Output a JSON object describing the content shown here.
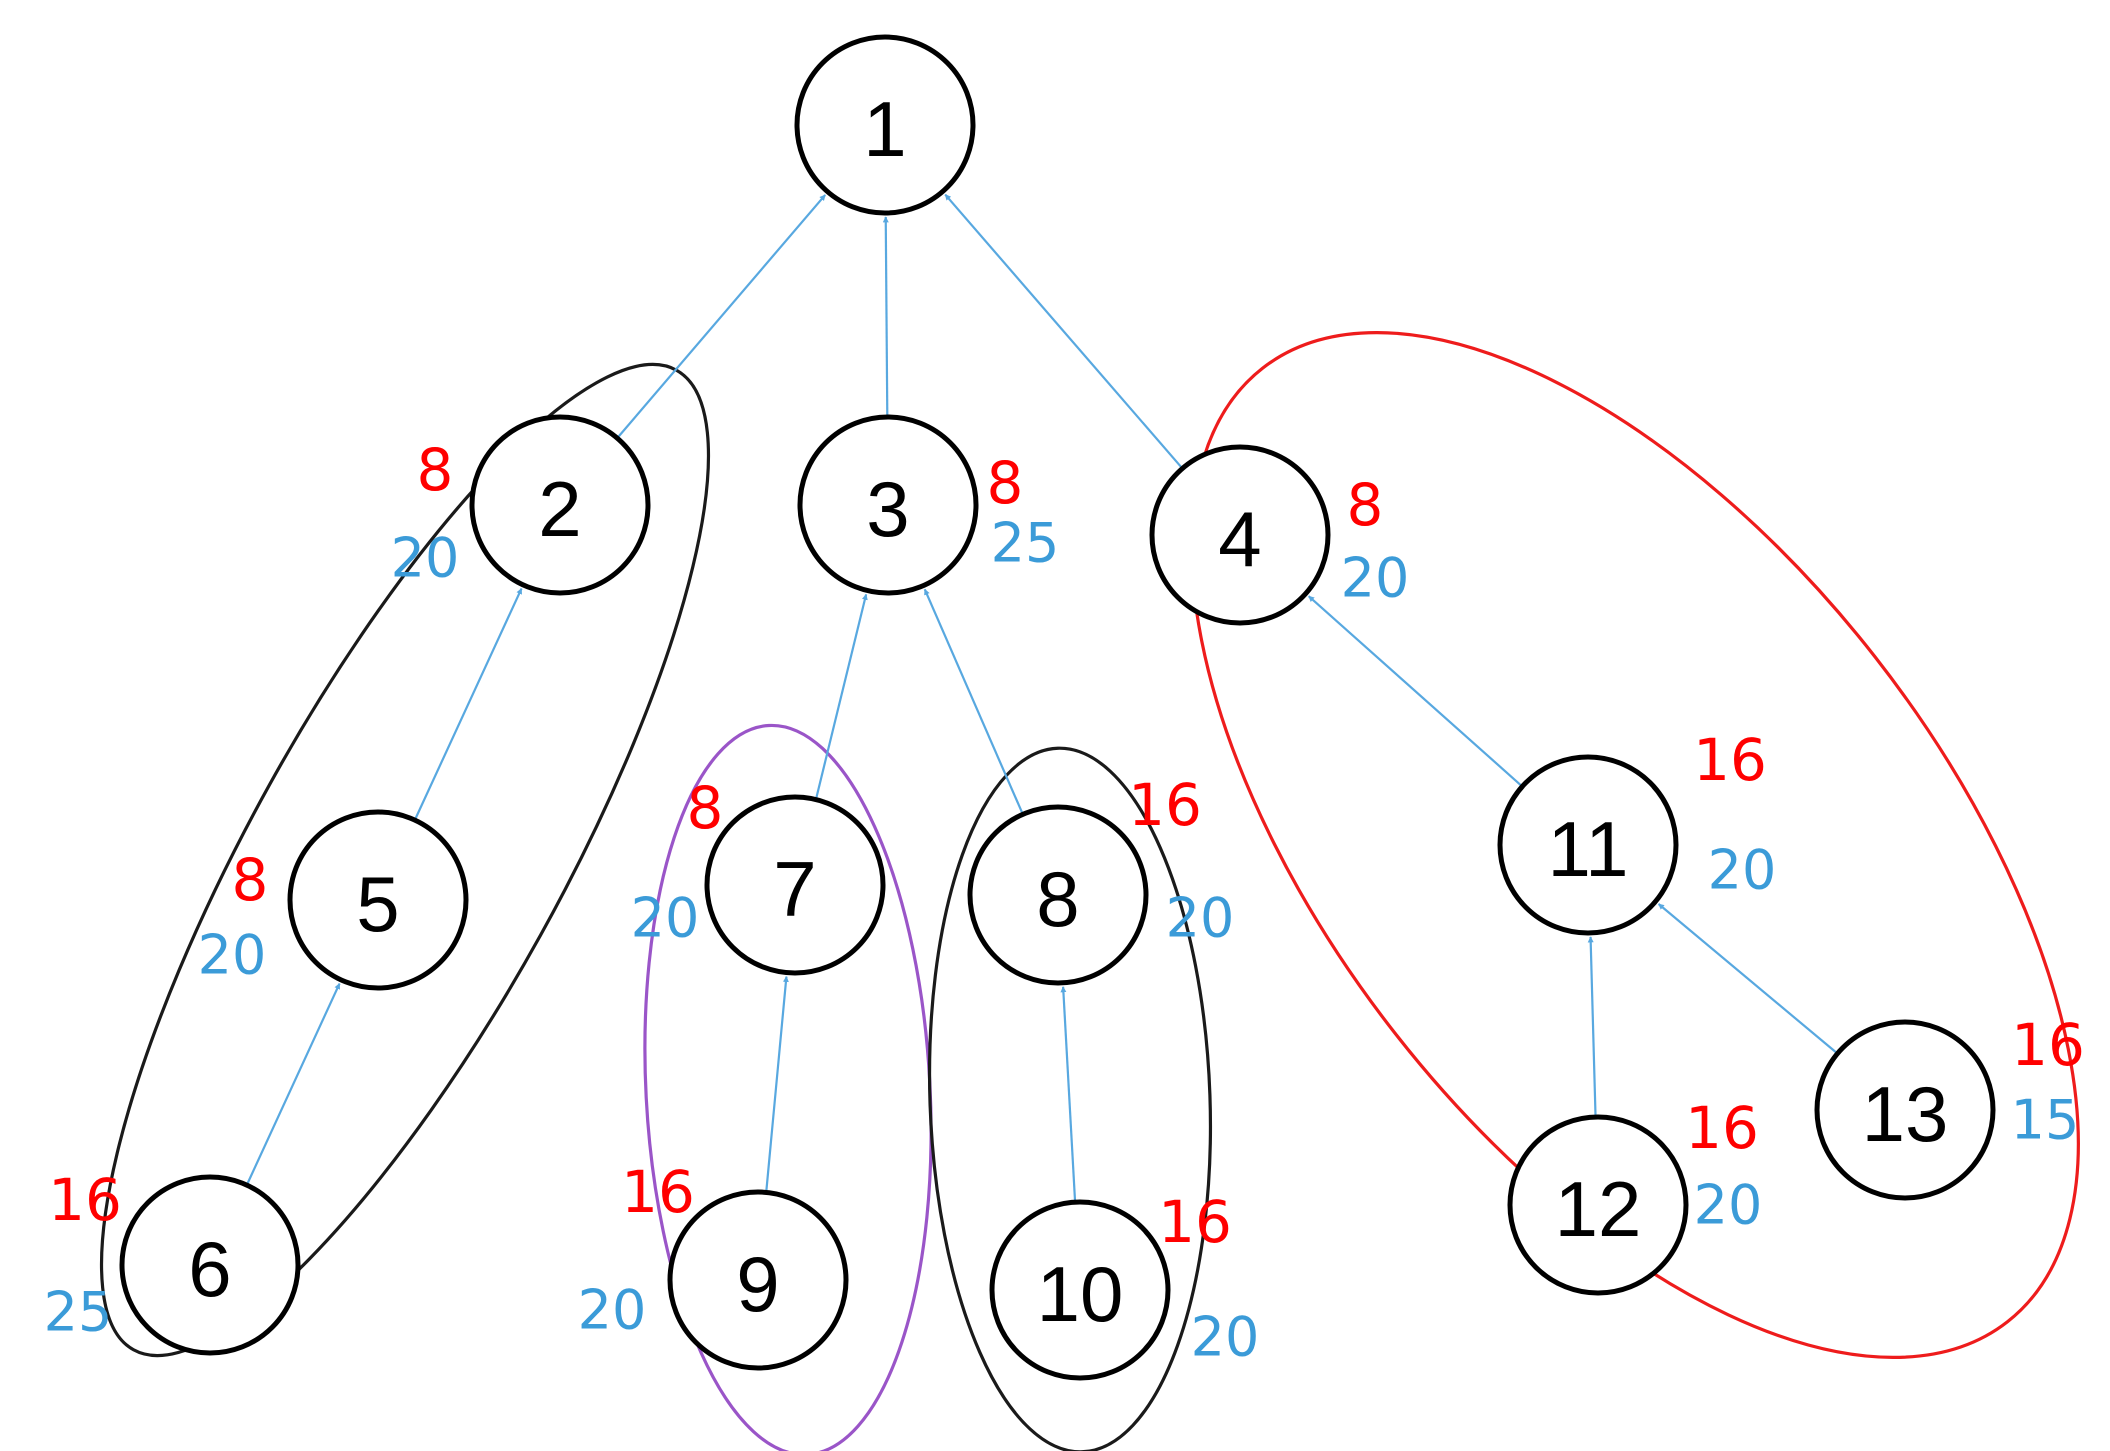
{
  "colors": {
    "edge": "#58a8e0",
    "red_value": "#ff0000",
    "blue_value": "#3b9bd8",
    "group_black": "#1a1a1a",
    "group_purple": "#9a55c8",
    "group_red": "#ee1c1c"
  },
  "nodes": [
    {
      "id": "1",
      "label": "1"
    },
    {
      "id": "2",
      "label": "2",
      "red": "8",
      "blue": "20"
    },
    {
      "id": "3",
      "label": "3",
      "red": "8",
      "blue": "25"
    },
    {
      "id": "4",
      "label": "4",
      "red": "8",
      "blue": "20"
    },
    {
      "id": "5",
      "label": "5",
      "red": "8",
      "blue": "20"
    },
    {
      "id": "6",
      "label": "6",
      "red": "16",
      "blue": "25"
    },
    {
      "id": "7",
      "label": "7",
      "red": "8",
      "blue": "20"
    },
    {
      "id": "8",
      "label": "8",
      "red": "16",
      "blue": "20"
    },
    {
      "id": "9",
      "label": "9",
      "red": "16",
      "blue": "20"
    },
    {
      "id": "10",
      "label": "10",
      "red": "16",
      "blue": "20"
    },
    {
      "id": "11",
      "label": "11",
      "red": "16",
      "blue": "20"
    },
    {
      "id": "12",
      "label": "12",
      "red": "16",
      "blue": "20"
    },
    {
      "id": "13",
      "label": "13",
      "red": "16",
      "blue": "15"
    }
  ],
  "edges": [
    {
      "from": "2",
      "to": "1"
    },
    {
      "from": "3",
      "to": "1"
    },
    {
      "from": "4",
      "to": "1"
    },
    {
      "from": "5",
      "to": "2"
    },
    {
      "from": "6",
      "to": "5"
    },
    {
      "from": "7",
      "to": "3"
    },
    {
      "from": "8",
      "to": "3"
    },
    {
      "from": "9",
      "to": "7"
    },
    {
      "from": "10",
      "to": "8"
    },
    {
      "from": "11",
      "to": "4"
    },
    {
      "from": "12",
      "to": "11"
    },
    {
      "from": "13",
      "to": "11"
    }
  ],
  "groups": [
    {
      "id": "g-2-5-6",
      "members": [
        "2",
        "5",
        "6"
      ],
      "color": "black"
    },
    {
      "id": "g-7-9",
      "members": [
        "7",
        "9"
      ],
      "color": "purple"
    },
    {
      "id": "g-8-10",
      "members": [
        "8",
        "10"
      ],
      "color": "black"
    },
    {
      "id": "g-4-11-12-13",
      "members": [
        "4",
        "11",
        "12",
        "13"
      ],
      "color": "red"
    }
  ]
}
